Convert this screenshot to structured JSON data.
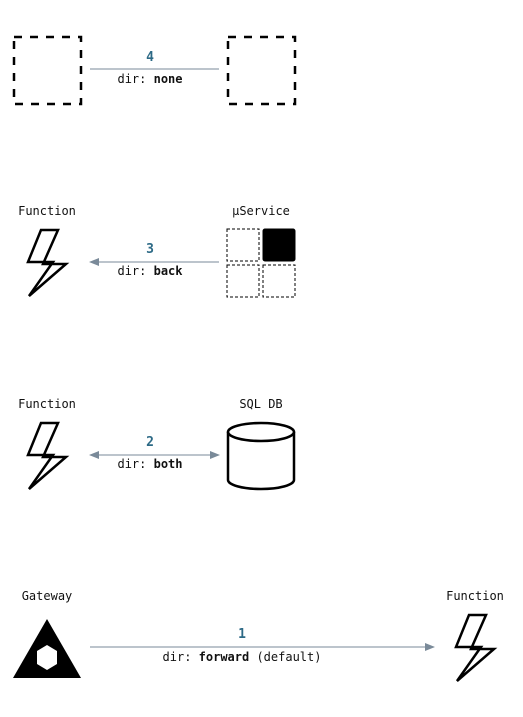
{
  "colors": {
    "edge": "#7a8a99",
    "number": "#2d6a86",
    "shape": "#000000"
  },
  "rows": [
    {
      "left": {
        "label": "",
        "icon": "dashed-box-icon"
      },
      "right": {
        "label": "",
        "icon": "dashed-box-icon"
      },
      "edge": {
        "number": "4",
        "prefix": "dir: ",
        "dir": "none",
        "suffix": ""
      }
    },
    {
      "left": {
        "label": "Function",
        "icon": "lightning-icon"
      },
      "right": {
        "label": "μService",
        "icon": "microservice-grid-icon"
      },
      "edge": {
        "number": "3",
        "prefix": "dir: ",
        "dir": "back",
        "suffix": ""
      }
    },
    {
      "left": {
        "label": "Function",
        "icon": "lightning-icon"
      },
      "right": {
        "label": "SQL DB",
        "icon": "database-cylinder-icon"
      },
      "edge": {
        "number": "2",
        "prefix": "dir: ",
        "dir": "both",
        "suffix": ""
      }
    },
    {
      "left": {
        "label": "Gateway",
        "icon": "gateway-triangle-icon"
      },
      "right": {
        "label": "Function",
        "icon": "lightning-icon"
      },
      "edge": {
        "number": "1",
        "prefix": "dir: ",
        "dir": "forward",
        "suffix": " (default)"
      }
    }
  ]
}
